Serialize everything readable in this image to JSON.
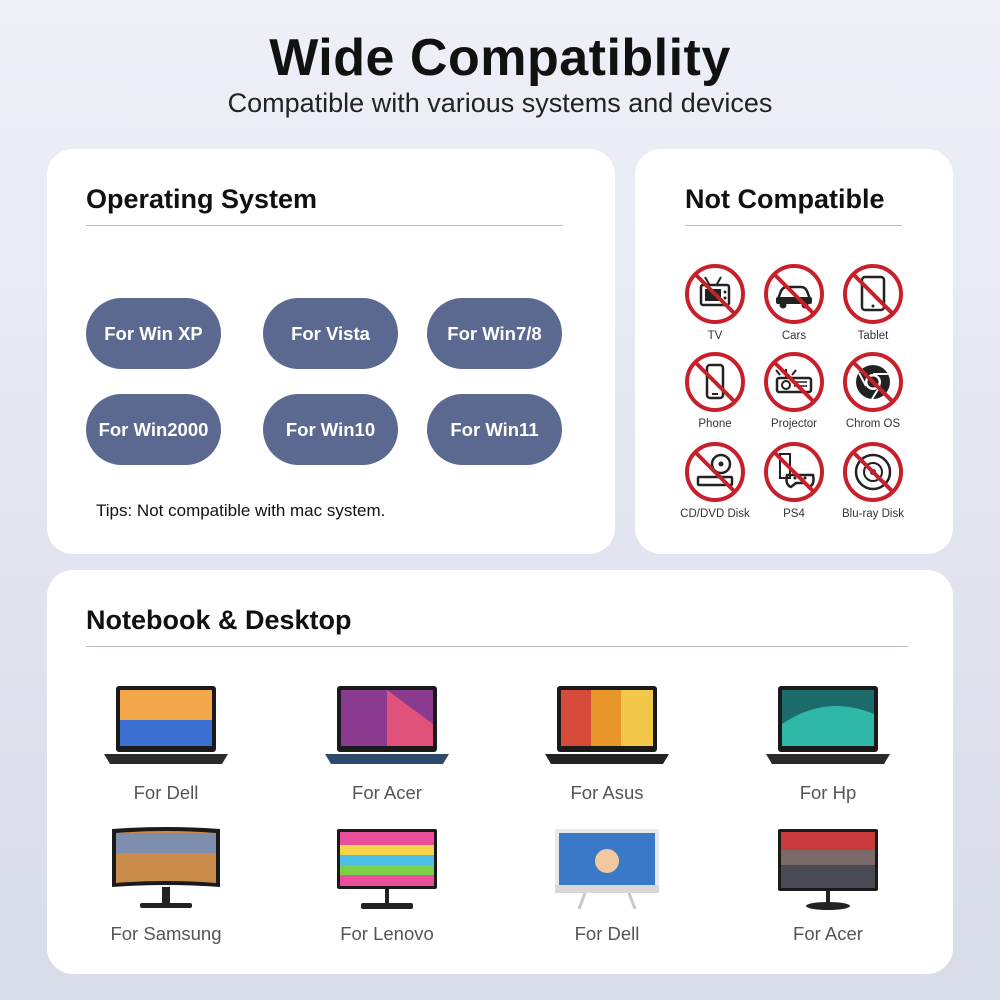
{
  "header": {
    "title": "Wide Compatiblity",
    "subtitle": "Compatible with various systems and devices"
  },
  "os_card": {
    "title": "Operating System",
    "options": [
      "For Win XP",
      "For Vista",
      "For Win7/8",
      "For Win2000",
      "For Win10",
      "For Win11"
    ],
    "tips": "Tips: Not compatible with mac system."
  },
  "not_compatible": {
    "title": "Not Compatible",
    "items": [
      {
        "label": "TV",
        "icon": "tv-icon"
      },
      {
        "label": "Cars",
        "icon": "car-icon"
      },
      {
        "label": "Tablet",
        "icon": "tablet-icon"
      },
      {
        "label": "Phone",
        "icon": "phone-icon"
      },
      {
        "label": "Projector",
        "icon": "projector-icon"
      },
      {
        "label": "Chrom OS",
        "icon": "chrome-icon"
      },
      {
        "label": "CD/DVD Disk",
        "icon": "cd-dvd-drive-icon"
      },
      {
        "label": "PS4",
        "icon": "ps4-icon"
      },
      {
        "label": "Blu-ray Disk",
        "icon": "bluray-disc-icon"
      }
    ],
    "prohibited_color": "#c8202b"
  },
  "devices_card": {
    "title": "Notebook & Desktop",
    "laptops": [
      "For Dell",
      "For Acer",
      "For Asus",
      "For Hp"
    ],
    "desktops": [
      "For Samsung",
      "For Lenovo",
      "For Dell",
      "For Acer"
    ]
  },
  "colors": {
    "pill": "#5b6990",
    "card": "#ffffff",
    "background": "#e4e6f0"
  }
}
